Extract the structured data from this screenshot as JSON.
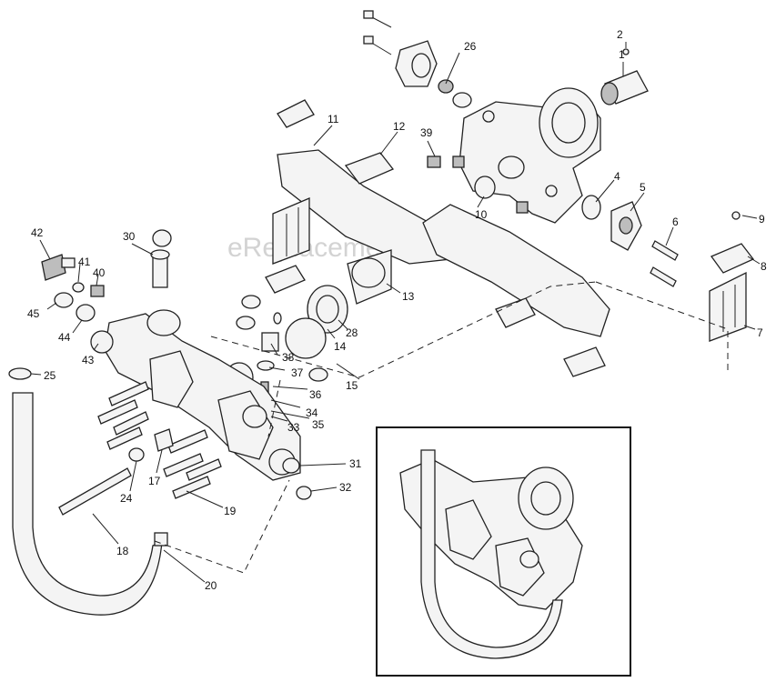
{
  "watermark": "eReplacementParts.com",
  "callouts": [
    "1",
    "2",
    "4",
    "5",
    "6",
    "7",
    "8",
    "9",
    "10",
    "11",
    "12",
    "13",
    "14",
    "15",
    "17",
    "18",
    "19",
    "20",
    "24",
    "25",
    "26",
    "28",
    "30",
    "31",
    "32",
    "33",
    "34",
    "35",
    "36",
    "37",
    "38",
    "39",
    "40",
    "41",
    "42",
    "43",
    "44",
    "45"
  ],
  "inset": {
    "present": true
  }
}
